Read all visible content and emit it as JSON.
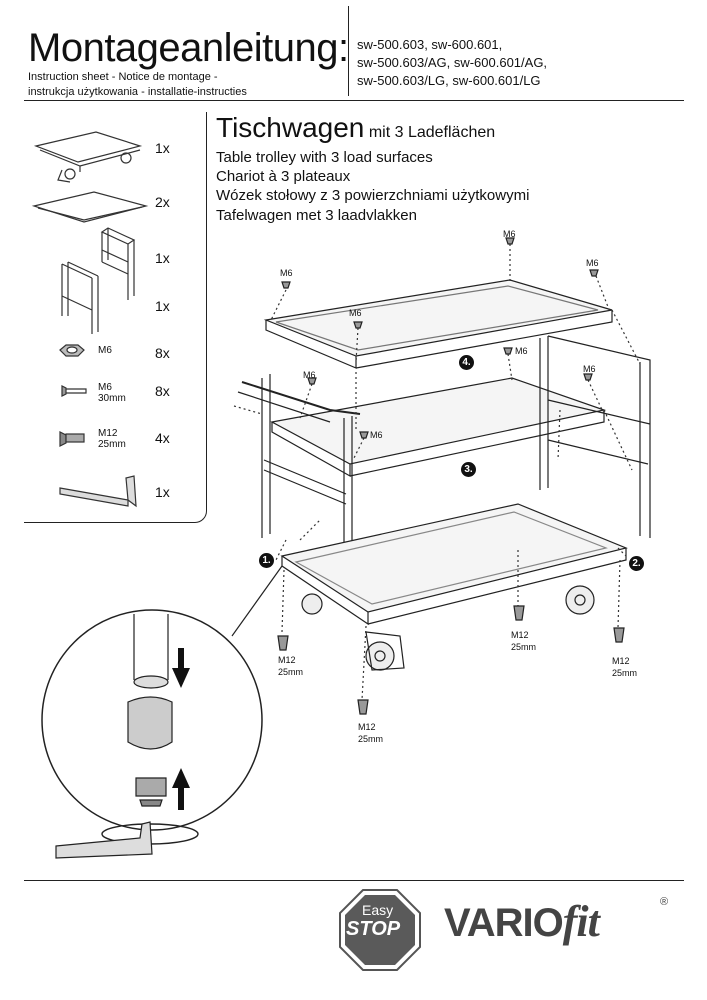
{
  "header": {
    "title": "Montageanleitung:",
    "subtitle_line1": "Instruction sheet - Notice de montage  -",
    "subtitle_line2": "instrukcja użytkowania - installatie-instructies",
    "models": [
      "sw-500.603, sw-600.601,",
      "sw-500.603/AG, sw-600.601/AG,",
      "sw-500.603/LG, sw-600.601/LG"
    ]
  },
  "parts": [
    {
      "id": "base-frame",
      "qty": "1x",
      "label": ""
    },
    {
      "id": "shelf",
      "qty": "2x",
      "label": ""
    },
    {
      "id": "side-frame-handle",
      "qty": "1x",
      "label": ""
    },
    {
      "id": "side-frame",
      "qty": "1x",
      "label": ""
    },
    {
      "id": "nut",
      "qty": "8x",
      "label": "M6"
    },
    {
      "id": "screw-m6",
      "qty": "8x",
      "label": "M6\n30mm"
    },
    {
      "id": "screw-m12",
      "qty": "4x",
      "label": "M12\n25mm"
    },
    {
      "id": "hex-key",
      "qty": "1x",
      "label": ""
    }
  ],
  "product": {
    "name": "Tischwagen",
    "name_suffix": "mit 3 Ladeflächen",
    "translations": [
      "Table trolley with 3 load surfaces",
      "Chariot à 3 plateaux",
      "Wózek stołowy z 3 powierzchniami użytkowymi",
      "Tafelwagen met 3 laadvlakken"
    ]
  },
  "diagram": {
    "labels": {
      "m6": "M6",
      "m12": "M12",
      "mm25": "25mm",
      "mm30": "30mm"
    },
    "steps": [
      "1.",
      "2.",
      "3.",
      "4."
    ]
  },
  "footer": {
    "easy_line1": "Easy",
    "easy_line2": "STOP",
    "brand_main": "VARIO",
    "brand_suffix": "fit",
    "brand_mark": "®"
  }
}
